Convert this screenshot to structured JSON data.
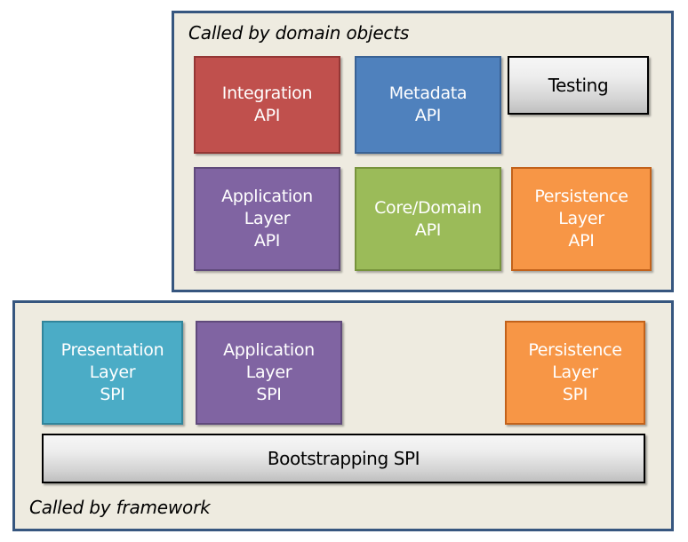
{
  "diagram": {
    "title": "Layered API / SPI architecture diagram",
    "colors": {
      "panel_background": "#EEEBE0",
      "panel_border": "#36567F",
      "red": "#C0504D",
      "blue": "#4F81BD",
      "purple": "#8064A2",
      "green": "#9BBB59",
      "orange": "#F79646",
      "teal": "#4BACC6",
      "grey_gradient_top": "#F6F6F6",
      "grey_gradient_bottom": "#BFBFBF",
      "box_text": "#FFFFFF",
      "grey_box_text": "#000000"
    },
    "panels": {
      "domain": {
        "caption": "Called by domain objects",
        "boxes": [
          {
            "id": "integration-api",
            "line1": "Integration",
            "line2": "API",
            "line3": "",
            "fill": "#C0504D",
            "border": "#943735"
          },
          {
            "id": "metadata-api",
            "line1": "Metadata",
            "line2": "API",
            "line3": "",
            "fill": "#4F81BD",
            "border": "#3A6294"
          },
          {
            "id": "testing",
            "line1": "Testing",
            "line2": "",
            "line3": "",
            "fill": "gradient",
            "border": "#000000"
          },
          {
            "id": "application-layer-api",
            "line1": "Application",
            "line2": "Layer",
            "line3": "API",
            "fill": "#8064A2",
            "border": "#604A7B"
          },
          {
            "id": "core-domain-api",
            "line1": "Core/Domain",
            "line2": "API",
            "line3": "",
            "fill": "#9BBB59",
            "border": "#77933C"
          },
          {
            "id": "persistence-layer-api",
            "line1": "Persistence",
            "line2": "Layer",
            "line3": "API",
            "fill": "#F79646",
            "border": "#C2621B"
          }
        ]
      },
      "framework": {
        "caption": "Called by framework",
        "boxes": [
          {
            "id": "presentation-layer-spi",
            "line1": "Presentation",
            "line2": "Layer",
            "line3": "SPI",
            "fill": "#4BACC6",
            "border": "#31859B"
          },
          {
            "id": "application-layer-spi",
            "line1": "Application",
            "line2": "Layer",
            "line3": "SPI",
            "fill": "#8064A2",
            "border": "#604A7B"
          },
          {
            "id": "persistence-layer-spi",
            "line1": "Persistence",
            "line2": "Layer",
            "line3": "SPI",
            "fill": "#F79646",
            "border": "#C2621B"
          },
          {
            "id": "bootstrapping-spi",
            "line1": "Bootstrapping SPI",
            "line2": "",
            "line3": "",
            "fill": "gradient",
            "border": "#000000"
          }
        ]
      }
    }
  }
}
